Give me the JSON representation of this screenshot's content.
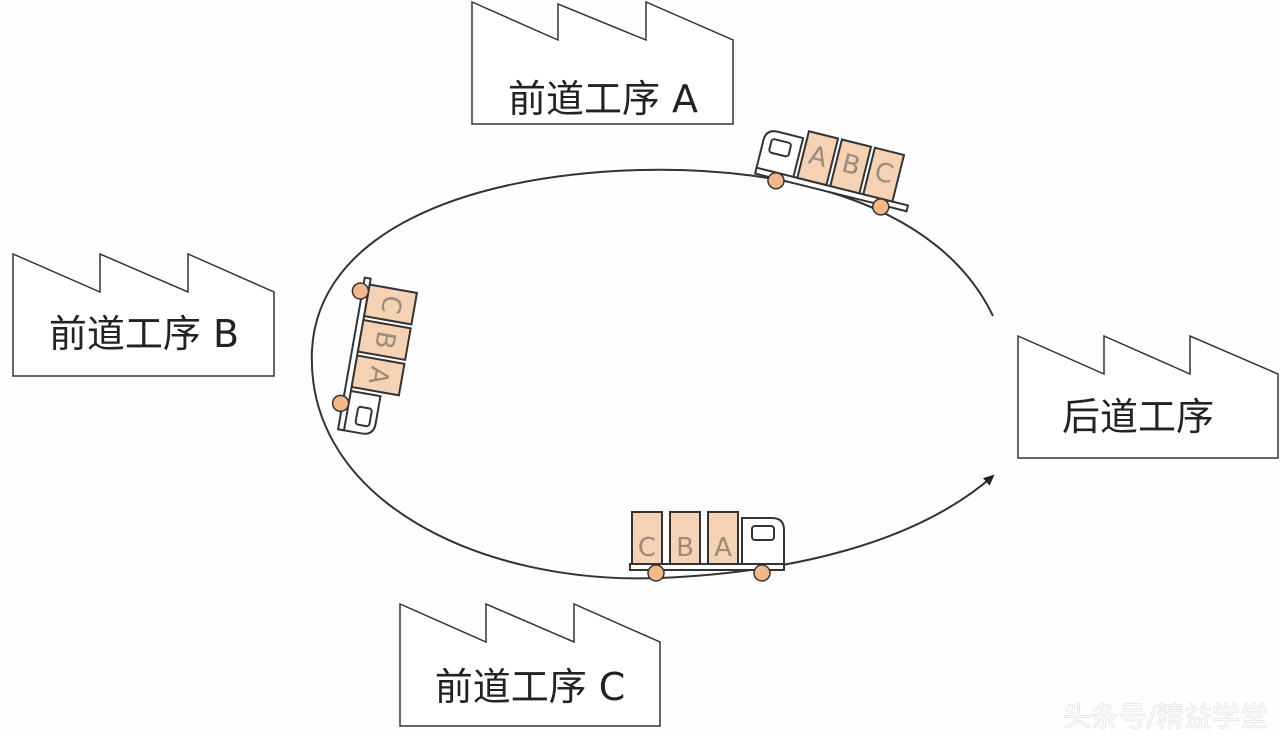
{
  "factories": {
    "a": {
      "label": "前道工序 A"
    },
    "b": {
      "label": "前道工序 B"
    },
    "c": {
      "label": "前道工序 C"
    },
    "main": {
      "label": "后道工序"
    }
  },
  "trucks": {
    "top": {
      "boxes": [
        "A",
        "B",
        "C"
      ]
    },
    "left": {
      "boxes": [
        "C",
        "B",
        "A"
      ]
    },
    "bottom": {
      "boxes": [
        "C",
        "B",
        "A"
      ]
    }
  },
  "watermark": "头条号/精益学堂",
  "colors": {
    "box_fill": "#f6d2b4",
    "wheel_fill": "#f2b889",
    "line": "#333333"
  }
}
